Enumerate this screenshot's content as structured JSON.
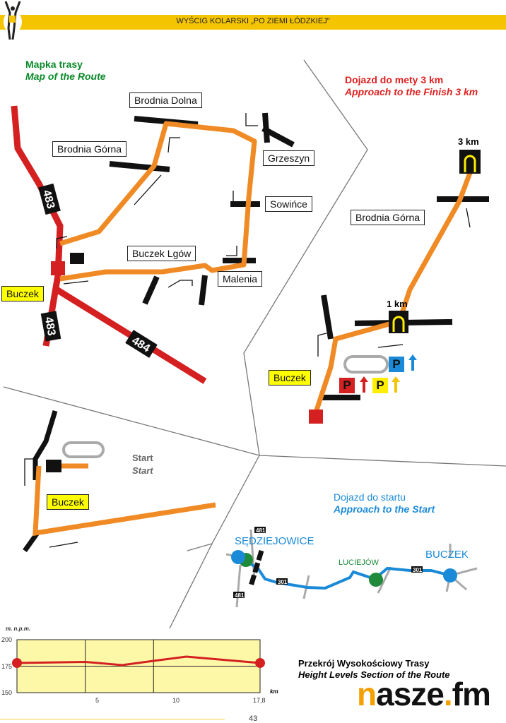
{
  "header": {
    "title": "WYŚCIG KOLARSKI „PO ZIEMI ŁÓDZKIEJ\""
  },
  "route_map": {
    "title_pl": "Mapka trasy",
    "title_en": "Map of the Route",
    "places": [
      "Brodnia Dolna",
      "Brodnia Górna",
      "Grzeszyn",
      "Sowińce",
      "Buczek Lgów",
      "Malenia",
      "Buczek"
    ],
    "roads": [
      "483",
      "483",
      "484"
    ]
  },
  "finish": {
    "title_pl": "Dojazd do mety 3 km",
    "title_en": "Approach to the Finish 3 km",
    "place1": "Brodnia Górna",
    "place2": "Buczek",
    "km3": "3 km",
    "km1": "1 km",
    "parking": "P"
  },
  "start": {
    "title_pl": "Start",
    "title_en": "Start",
    "place": "Buczek"
  },
  "approach": {
    "title_pl": "Dojazd do startu",
    "title_en": "Approach to the Start",
    "towns": [
      "SĘDZIEJOWICE",
      "LUCIEJÓW",
      "BUCZEK"
    ],
    "roads": [
      "481",
      "481",
      "301",
      "301"
    ],
    "colors": {
      "route": "#1a8ad8",
      "town_dot": "#1a8ad8",
      "mid_dot": "#1f8a3a"
    }
  },
  "profile": {
    "title_pl": "Przekrój Wysokościowy Trasy",
    "title_en": "Height Levels Section of the Route"
  },
  "chart_data": {
    "type": "line",
    "title": "",
    "ylabel": "m. n.p.m.",
    "xlabel": "km",
    "ylim": [
      150,
      200
    ],
    "xlim": [
      0,
      17.8
    ],
    "y_ticks": [
      "200",
      "175",
      "150"
    ],
    "x_ticks": [
      "5",
      "10",
      "17,8"
    ],
    "x": [
      0,
      5,
      7.7,
      10,
      12.4,
      17.8
    ],
    "y": [
      178,
      179,
      176,
      180,
      184,
      178
    ]
  },
  "logo": {
    "text_n": "n",
    "text_rest": "asze",
    "dot": ".",
    "fm": "fm"
  },
  "page_number": "43"
}
